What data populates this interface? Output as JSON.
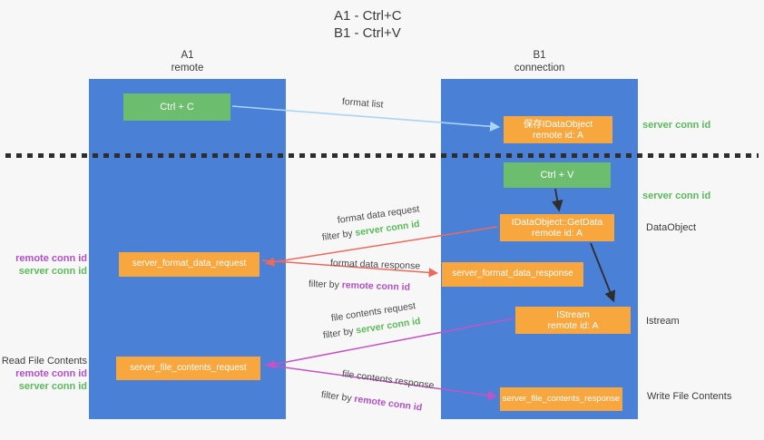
{
  "title": {
    "line1": "A1 - Ctrl+C",
    "line2": "B1 - Ctrl+V"
  },
  "columns": {
    "left": {
      "name": "A1",
      "role": "remote"
    },
    "right": {
      "name": "B1",
      "role": "connection"
    }
  },
  "nodes": {
    "ctrl_c": {
      "label": "Ctrl + C"
    },
    "ctrl_v": {
      "label": "Ctrl + V"
    },
    "save_dataobject": {
      "line1": "保存IDataObject",
      "line2": "remote id: A"
    },
    "getdata": {
      "line1": "IDataObject::GetData",
      "line2": "remote id: A"
    },
    "istream": {
      "line1": "IStream",
      "line2": "remote id: A"
    },
    "format_request": {
      "label": "server_format_data_request"
    },
    "format_response": {
      "label": "server_format_data_response"
    },
    "file_request": {
      "label": "server_file_contents_request"
    },
    "file_response": {
      "label": "server_file_contents_response"
    }
  },
  "arrow_labels": {
    "format_list": "format list",
    "format_data_request": "format data request",
    "format_data_response": "format data response",
    "file_contents_request": "file contents request",
    "file_contents_response": "file contents response",
    "filter_by": "filter by",
    "server_conn_id": "server conn id",
    "remote_conn_id": "remote conn id"
  },
  "side_labels": {
    "server_conn_id_top": "server conn id",
    "server_conn_id_mid": "server conn id",
    "dataobject": "DataObject",
    "istream": "Istream",
    "write_file_contents": "Write File Contents",
    "read_file_contents": "Read File Contents",
    "remote_conn_id_format": "remote conn id",
    "server_conn_id_format": "server conn id",
    "remote_conn_id_file": "remote conn id",
    "server_conn_id_file": "server conn id"
  },
  "colors": {
    "lifeline_blue": "#4a80d5",
    "node_green": "#6cbd6d",
    "node_orange": "#f7a73e",
    "green_text": "#5abb5a",
    "purple_text": "#b250c8",
    "arrow_blue": "#a9d4f3",
    "arrow_red": "#ec6a5d",
    "arrow_magenta": "#c453c6",
    "arrow_black": "#2e2e2e",
    "background": "#f7f7f7"
  }
}
